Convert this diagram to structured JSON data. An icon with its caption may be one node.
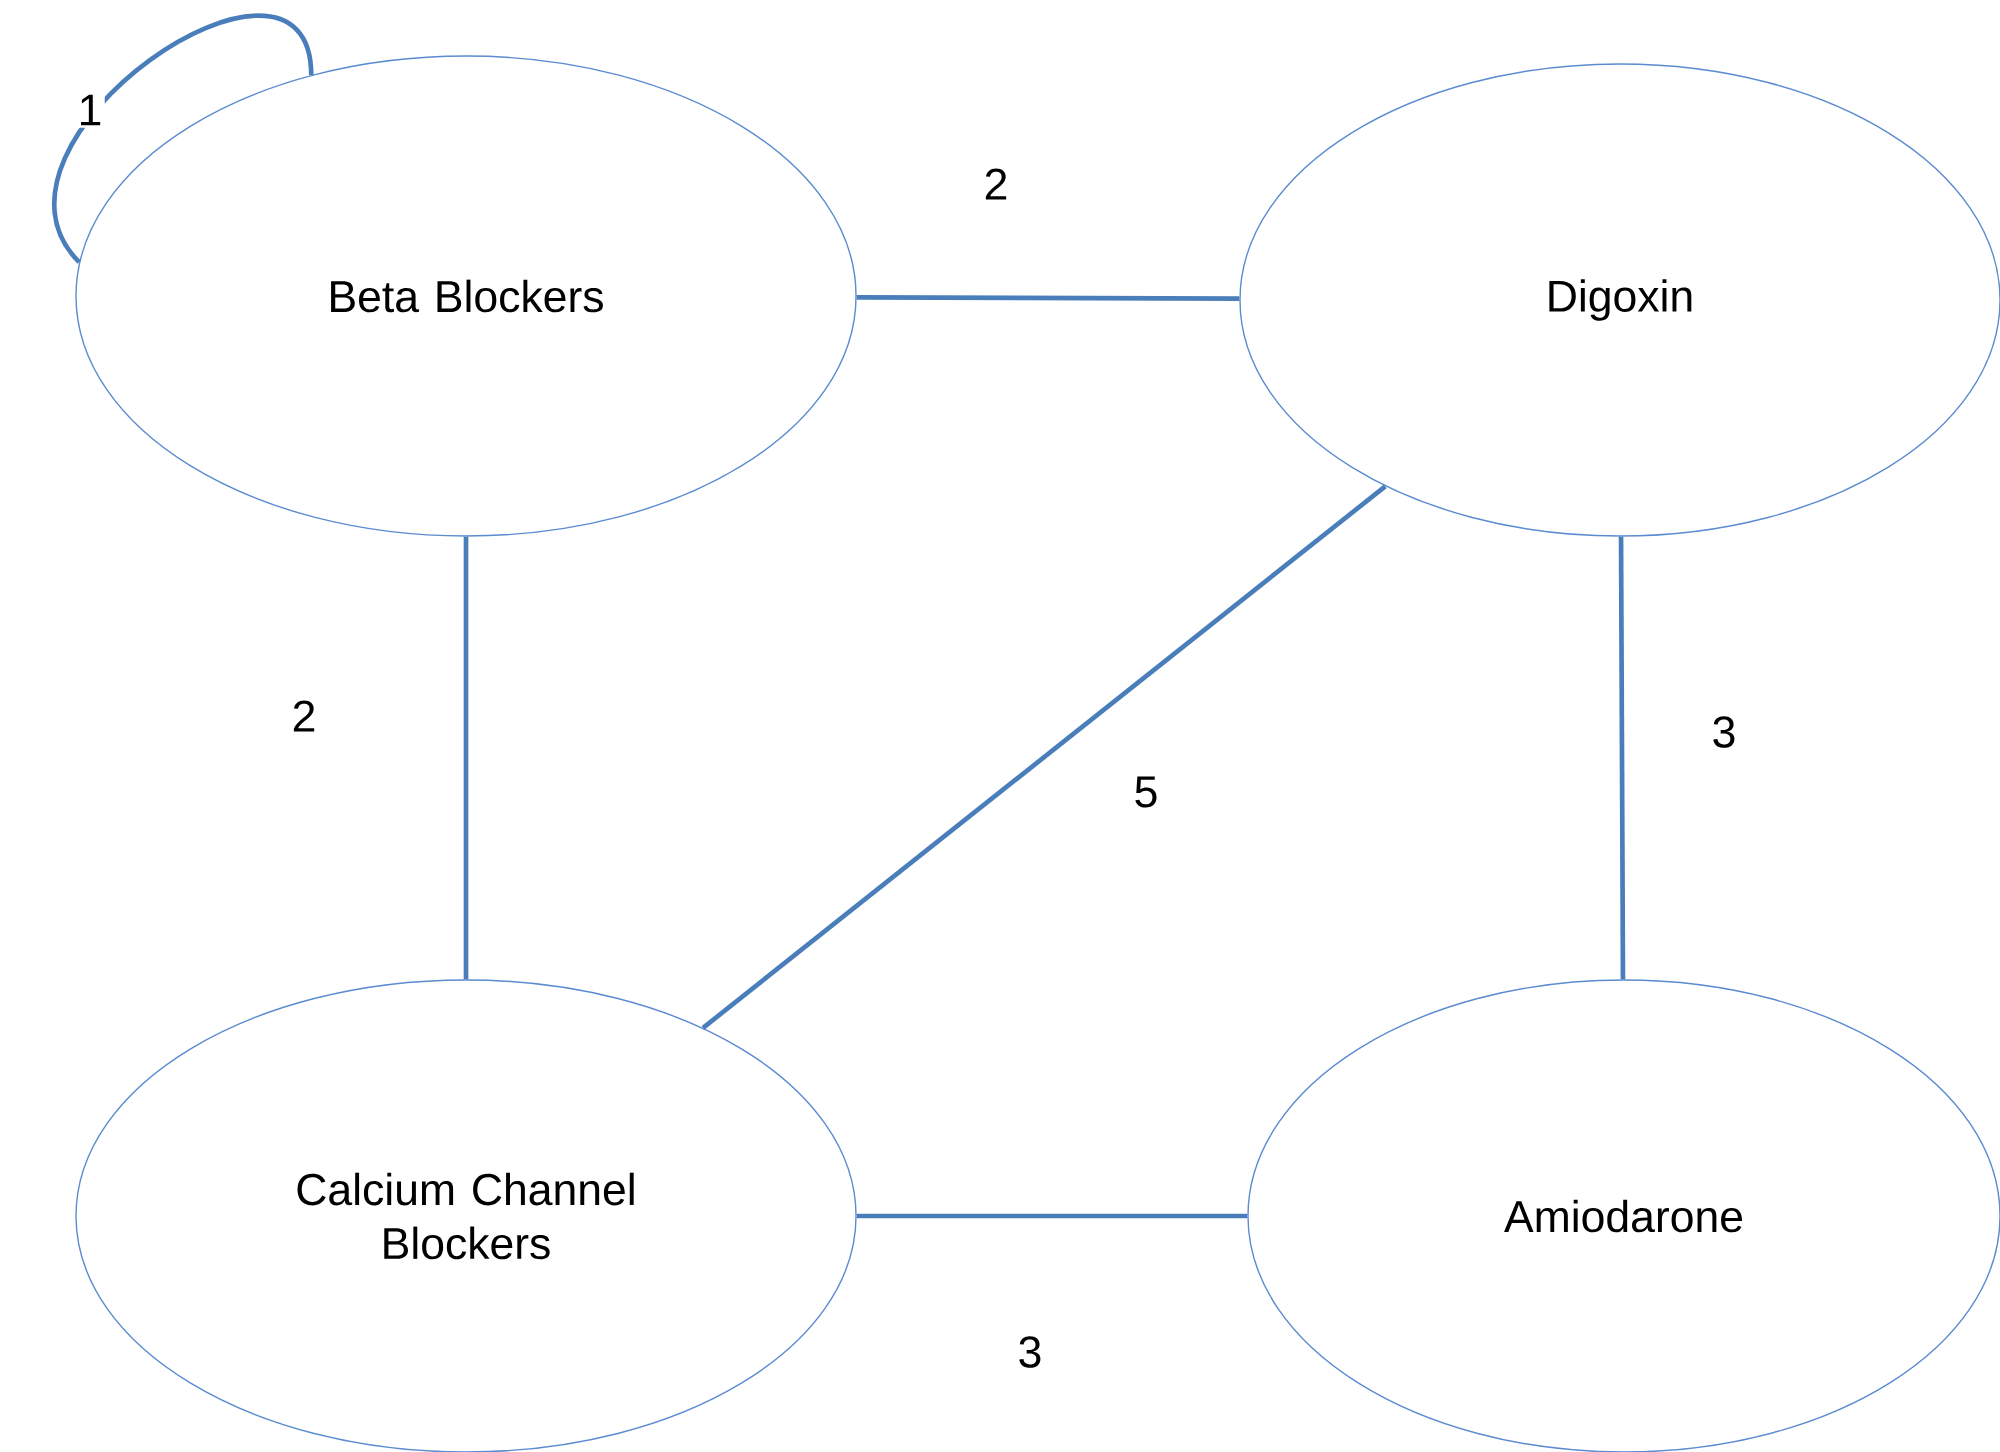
{
  "diagram": {
    "nodes": [
      {
        "text": [
          "Beta Blockers"
        ]
      },
      {
        "text": [
          "Digoxin"
        ]
      },
      {
        "text": [
          "Calcium Channel Blockers"
        ]
      },
      {
        "text": [
          "Amiodarone"
        ]
      }
    ],
    "edges": [
      {
        "from": 0,
        "to": 0,
        "arrow": "none",
        "label": "1"
      },
      {
        "from": 0,
        "to": 1,
        "arrow": "none",
        "label": "2"
      },
      {
        "from": 0,
        "to": 2,
        "arrow": "none",
        "label": "2"
      },
      {
        "from": 1,
        "to": 2,
        "arrow": "none",
        "label": "5"
      },
      {
        "from": 1,
        "to": 3,
        "arrow": "none",
        "label": "3"
      },
      {
        "from": 2,
        "to": 3,
        "arrow": "none",
        "label": "3"
      }
    ]
  }
}
